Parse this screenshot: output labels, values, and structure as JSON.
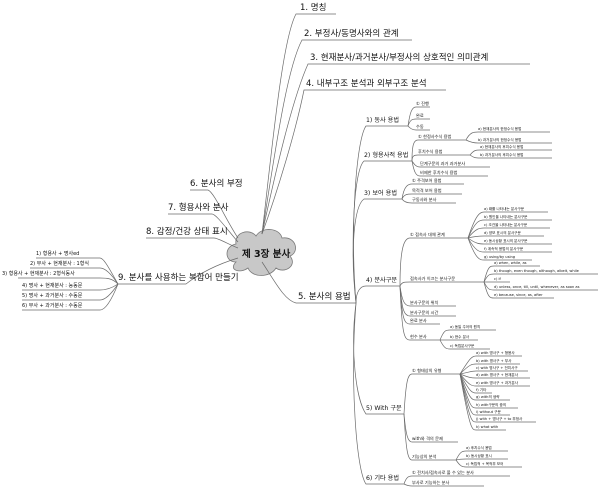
{
  "root": {
    "label": "제 3장 분사"
  },
  "right_branches": [
    {
      "label": "1. 명칭"
    },
    {
      "label": "2. 부정사/동명사와의 관계"
    },
    {
      "label": "3. 현재분사/과거분사/부정사의 상호적인 의미관계"
    },
    {
      "label": "4. 내부구조 분석과 외부구조 분석"
    },
    {
      "label": "5. 분사의 용법"
    }
  ],
  "left_branches": [
    {
      "label": "6. 분사의 부정"
    },
    {
      "label": "7. 형용사와 분사"
    },
    {
      "label": "8. 감정/건강 상태 표시"
    },
    {
      "label": "9. 분사를 사용하는 복합어 만들기"
    }
  ],
  "compound_items": [
    {
      "label": "1) 형용사 + 명사ed"
    },
    {
      "label": "2) 부사 + 현재분사 : 1형식"
    },
    {
      "label": "3) 형용사 + 현재분사 : 2형식동사"
    },
    {
      "label": "4) 명사 + 현재분사 : 능동문"
    },
    {
      "label": "5) 명사 + 과거분사 : 수동문"
    },
    {
      "label": "6) 부사 + 과거분사 : 수동문"
    }
  ],
  "usage": {
    "u1": {
      "label": "1) 동사 용법",
      "children": [
        {
          "label": "① 진행"
        },
        {
          "label": "완료"
        },
        {
          "label": "수동"
        }
      ]
    },
    "u2": {
      "label": "2) 형용사적 용법",
      "children": [
        {
          "label": "① 한정사수식 용법",
          "children": [
            {
              "label": "a) 현재분사의 한정수식 용법"
            },
            {
              "label": "b) 과거분사의 한정수식 용법"
            }
          ]
        },
        {
          "label": "후치수식 용법",
          "children": [
            {
              "label": "a) 현재분사의 후치수식 용법"
            },
            {
              "label": "b) 과거분사의 후치수식 용법"
            }
          ]
        },
        {
          "label": "단계구문의 과거 과거분사"
        },
        {
          "label": "비제한 후치수식 용법"
        }
      ]
    },
    "u3": {
      "label": "3) 보어 용법",
      "children": [
        {
          "label": "① 주격보어 용법"
        },
        {
          "label": "목적격 보어 용법"
        },
        {
          "label": "구동사와 분사"
        }
      ]
    },
    "u4": {
      "label": "4) 분사구문",
      "children": [
        {
          "label": "① 접속사 대체 관계",
          "children": [
            {
              "label": "a) 때를 나타내는 분사구문"
            },
            {
              "label": "b) 원인을 나타내는 분사구문"
            },
            {
              "label": "c) 조건을 나타내는 분사구문"
            },
            {
              "label": "d) 양보 표시의 분사구문"
            },
            {
              "label": "e) 동시상황 표시의 분사구문"
            },
            {
              "label": "f) 계속적 용법의 분사구문"
            },
            {
              "label": "g) using/by using"
            }
          ]
        },
        {
          "label": "접속사가 이끄는 분사구문",
          "children": [
            {
              "label": "a) when, while, as"
            },
            {
              "label": "b) though, even though, although, albeit, while"
            },
            {
              "label": "c) if"
            },
            {
              "label": "d) unless, once, till, until, whenever, as soon as"
            },
            {
              "label": "e) because, since, as, after"
            }
          ]
        },
        {
          "label": "분사구문의 위치"
        },
        {
          "label": "분사구문의 시간"
        },
        {
          "label": "완료 분사"
        },
        {
          "label": "현수 분사",
          "children": [
            {
              "label": "a) 동일 주어의 원칙"
            },
            {
              "label": "b) 현수 분사"
            },
            {
              "label": "c) 독립분사구문"
            }
          ]
        }
      ]
    },
    "u5": {
      "label": "5) With 구문",
      "children": [
        {
          "label": "① 형태상의 유형",
          "children": [
            {
              "label": "a) with 명사구 + 형용사"
            },
            {
              "label": "b) with 명사구 + 부사"
            },
            {
              "label": "c) with 명사구 + 전치사구"
            },
            {
              "label": "d) with 명사구 + 현재분사"
            },
            {
              "label": "e) with 명사구 + 과거분사"
            },
            {
              "label": "f) 기타"
            },
            {
              "label": "g) with의 생략"
            },
            {
              "label": "h) with구문의 중의"
            },
            {
              "label": "i) without 구문"
            },
            {
              "label": "j) with + 명사구 + to 부정사"
            },
            {
              "label": "k) what with"
            }
          ]
        },
        {
          "label": "with와 격의 문제"
        },
        {
          "label": "기능상의 분석",
          "children": [
            {
              "label": "a) 후치수식 용법"
            },
            {
              "label": "b) 동시상황 표시"
            },
            {
              "label": "c) 독립적 + 목적부 보어"
            }
          ]
        }
      ]
    },
    "u6": {
      "label": "6) 기타 용법",
      "children": [
        {
          "label": "① 전치사/접속사로 볼 수 있는 분사"
        },
        {
          "label": "부사로 기능하는 분사"
        }
      ]
    }
  }
}
